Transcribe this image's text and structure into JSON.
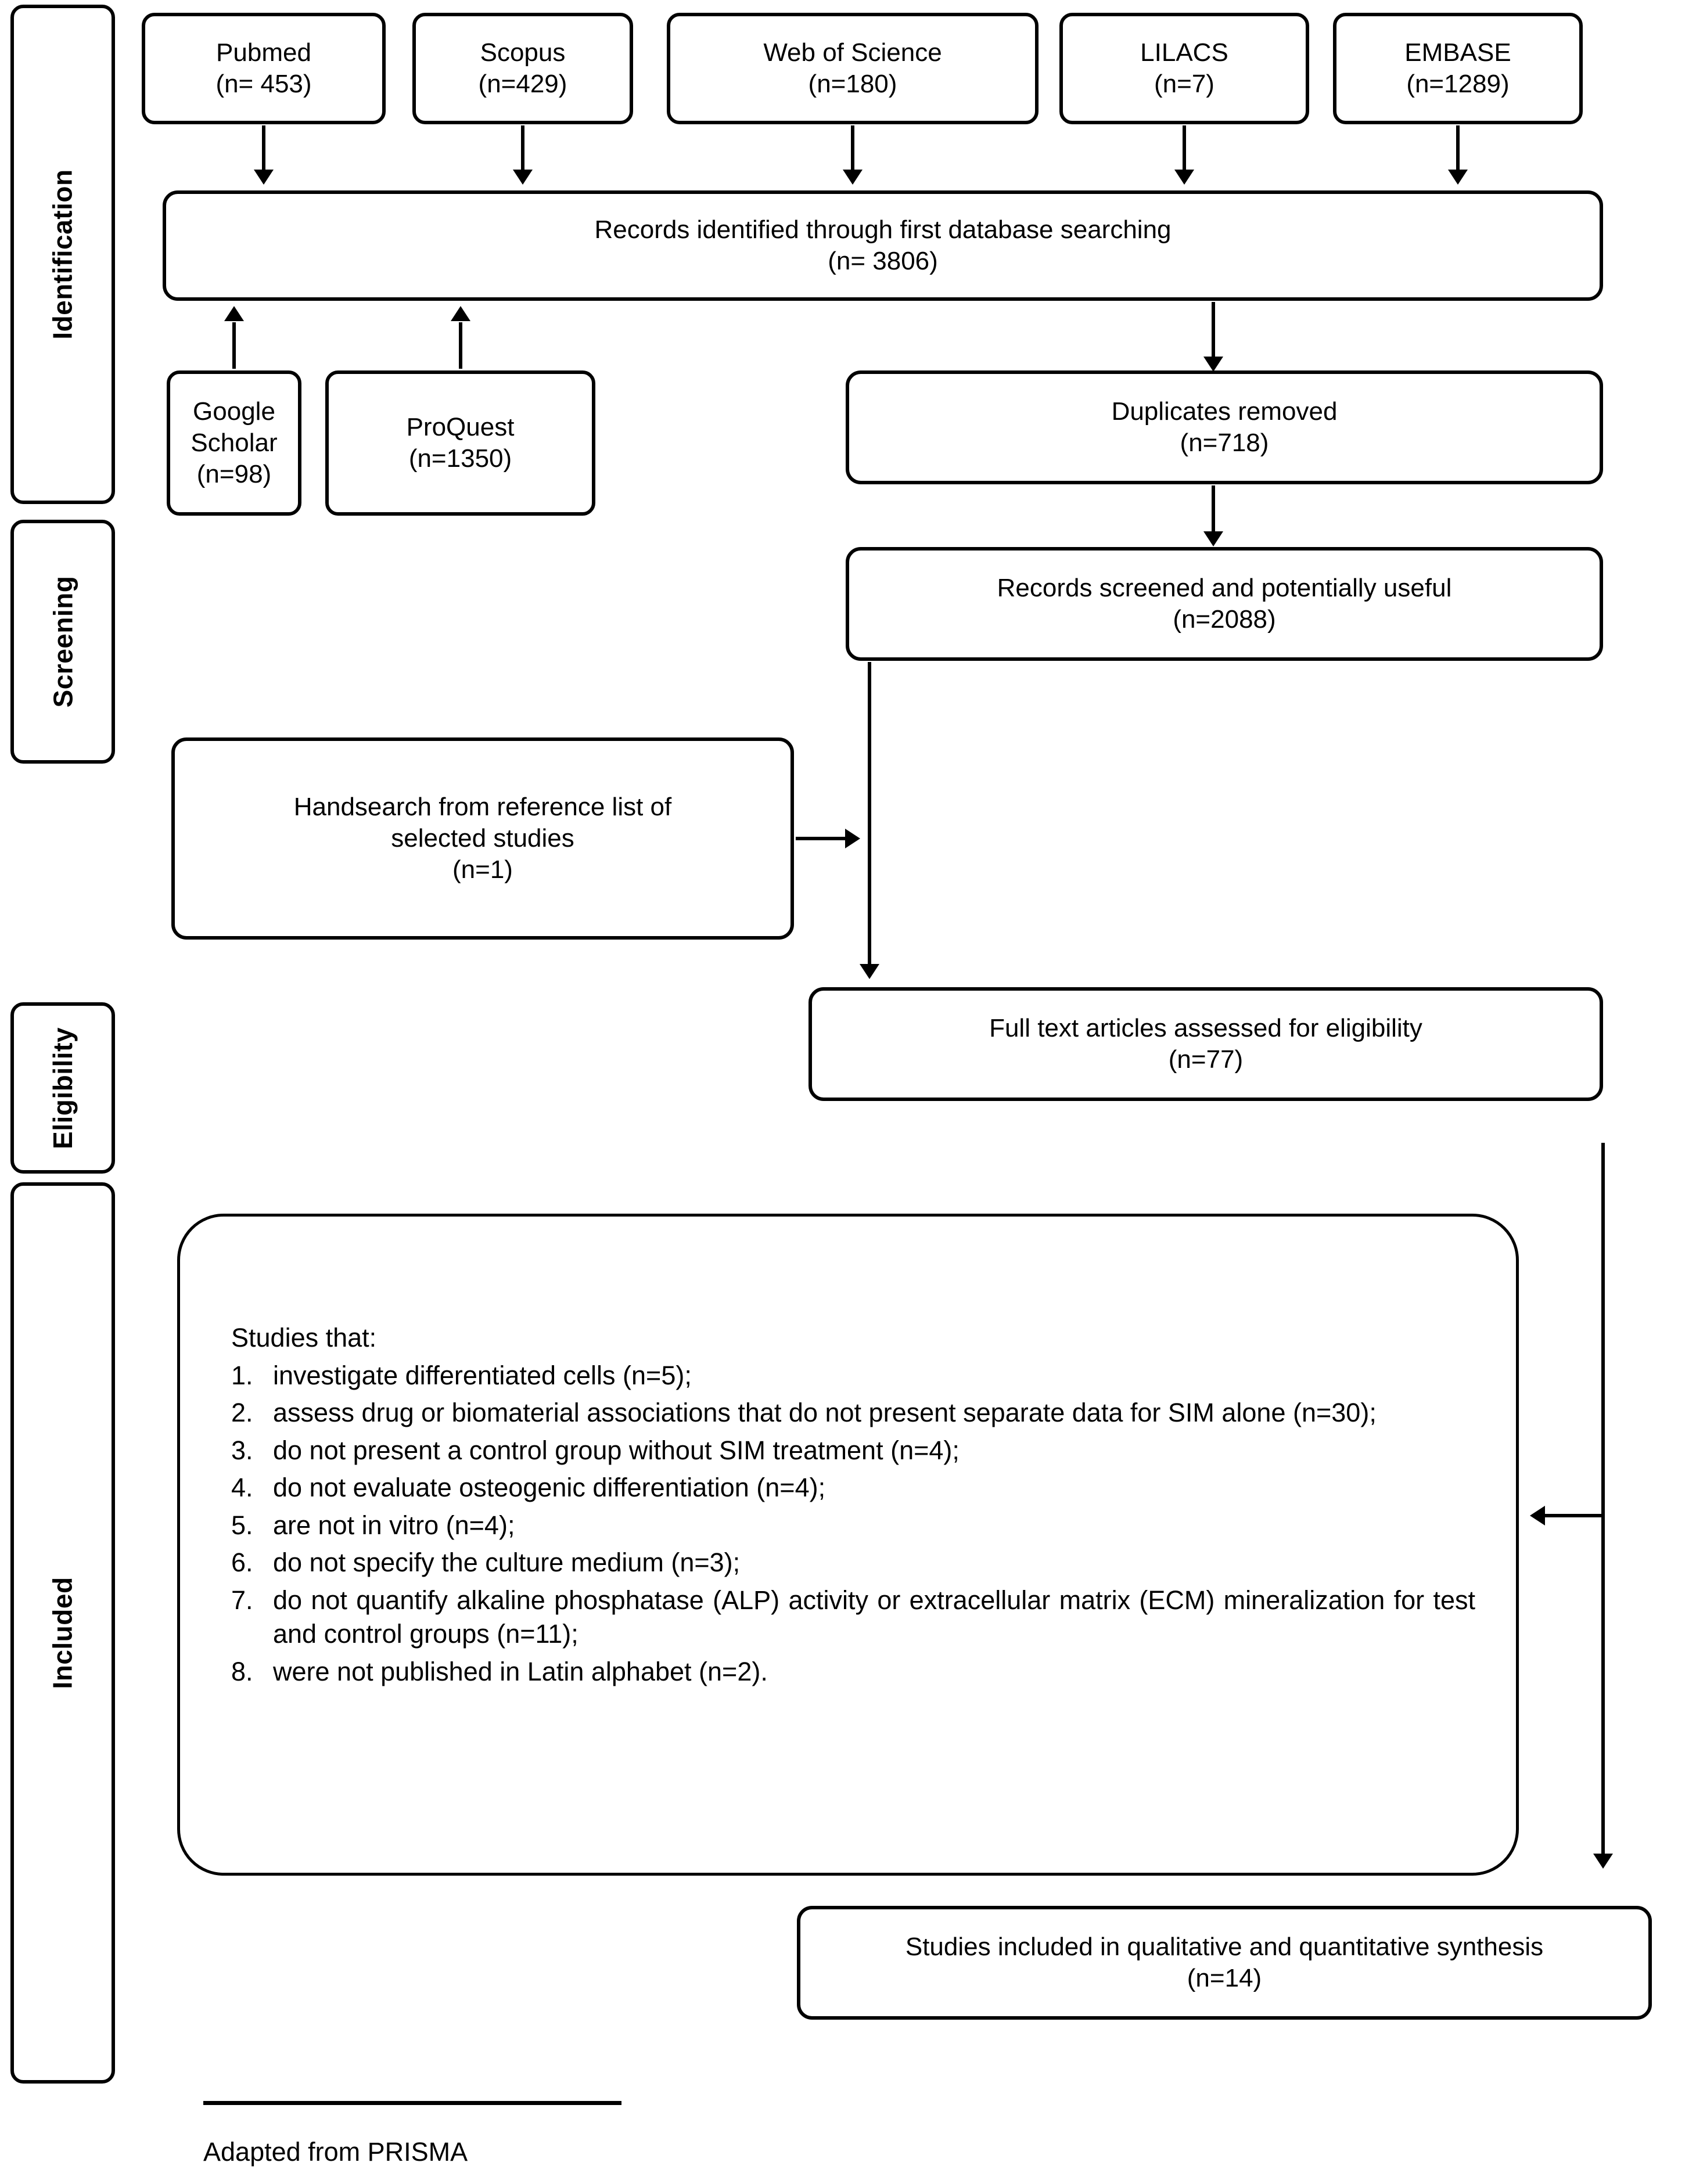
{
  "figure": {
    "type": "prisma-flow-diagram",
    "footnote": "Adapted from PRISMA"
  },
  "phases": [
    {
      "label": "Identification"
    },
    {
      "label": "Screening"
    },
    {
      "label": "Eligibility"
    },
    {
      "label": "Included"
    }
  ],
  "sources": [
    {
      "name": "Pubmed",
      "count": "(n= 453)"
    },
    {
      "name": "Scopus",
      "count": "(n=429)"
    },
    {
      "name": "Web of Science",
      "count": "(n=180)"
    },
    {
      "name": "LILACS",
      "count": "(n=7)"
    },
    {
      "name": "EMBASE",
      "count": "(n=1289)"
    }
  ],
  "identified": {
    "title": "Records identified through first database searching",
    "count": "(n= 3806)"
  },
  "extra_sources": [
    {
      "line1": "Google",
      "line2": "Scholar",
      "count": "(n=98)"
    },
    {
      "line1": "ProQuest",
      "line2": "",
      "count": "(n=1350)"
    }
  ],
  "duplicates": {
    "title": "Duplicates removed",
    "count": "(n=718)"
  },
  "screened": {
    "title": "Records screened and potentially useful",
    "count": "(n=2088)"
  },
  "handsearch": {
    "line1": "Handsearch from reference list of",
    "line2": "selected studies",
    "count": "(n=1)"
  },
  "fulltext": {
    "title": "Full text articles assessed for eligibility",
    "count": "(n=77)"
  },
  "exclusions": {
    "heading": "Studies that:",
    "items": [
      {
        "num": "1.",
        "text": "investigate differentiated cells (n=5);"
      },
      {
        "num": "2.",
        "text": "assess drug or biomaterial associations that do not present separate data for SIM alone (n=30);"
      },
      {
        "num": "3.",
        "text": "do not present a control group without SIM treatment (n=4);"
      },
      {
        "num": "4.",
        "text": "do not evaluate osteogenic differentiation (n=4);"
      },
      {
        "num": "5.",
        "text": "are not in vitro (n=4);"
      },
      {
        "num": "6.",
        "text": "do not specify the culture medium (n=3);"
      },
      {
        "num": "7.",
        "text": "do not quantify alkaline phosphatase (ALP) activity or extracellular matrix (ECM) mineralization for test and control groups (n=11);"
      },
      {
        "num": "8.",
        "text": "were not published in Latin alphabet (n=2)."
      }
    ]
  },
  "included": {
    "title": "Studies included in qualitative and quantitative synthesis",
    "count": "(n=14)"
  },
  "colors": {
    "stroke": "#000000",
    "fill": "#ffffff",
    "text": "#000000"
  }
}
